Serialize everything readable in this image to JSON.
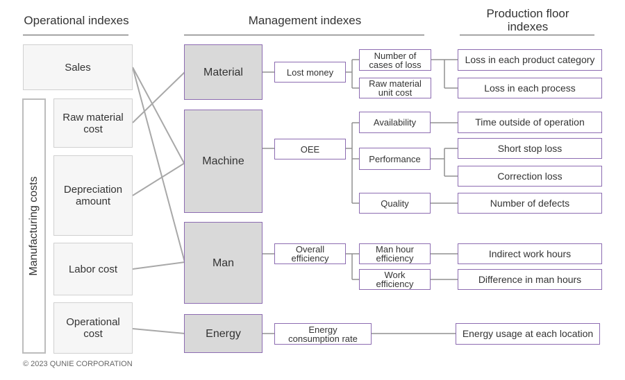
{
  "headers": {
    "operational": "Operational indexes",
    "management": "Management indexes",
    "production_line1": "Production floor",
    "production_line2": "indexes"
  },
  "operational": {
    "sales": "Sales",
    "raw_material_cost": [
      "Raw material",
      "cost"
    ],
    "depreciation": [
      "Depreciation",
      "amount"
    ],
    "labor_cost": "Labor cost",
    "operational_cost": [
      "Operational",
      "cost"
    ],
    "group_label": "Manufacturing costs"
  },
  "management": {
    "material": "Material",
    "machine": "Machine",
    "man": "Man",
    "energy": "Energy"
  },
  "mid": {
    "lost_money": "Lost money",
    "oee": "OEE",
    "overall_efficiency": [
      "Overall",
      "efficiency"
    ],
    "energy_consumption": [
      "Energy",
      "consumption rate"
    ]
  },
  "sub": {
    "cases_of_loss": [
      "Number of",
      "cases of loss"
    ],
    "raw_unit_cost": [
      "Raw material",
      "unit cost"
    ],
    "availability": "Availability",
    "performance": "Performance",
    "quality": "Quality",
    "man_hour_eff": [
      "Man hour",
      "efficiency"
    ],
    "work_eff": [
      "Work",
      "efficiency"
    ]
  },
  "production": {
    "loss_category": "Loss in each product category",
    "loss_process": "Loss in each process",
    "time_outside": "Time outside of operation",
    "short_stop": "Short stop loss",
    "correction": "Correction loss",
    "defects": "Number of defects",
    "indirect_hours": "Indirect work hours",
    "diff_man_hours": "Difference in man hours",
    "energy_location": "Energy usage at each location"
  },
  "copyright": "© 2023 QUNIE CORPORATION"
}
